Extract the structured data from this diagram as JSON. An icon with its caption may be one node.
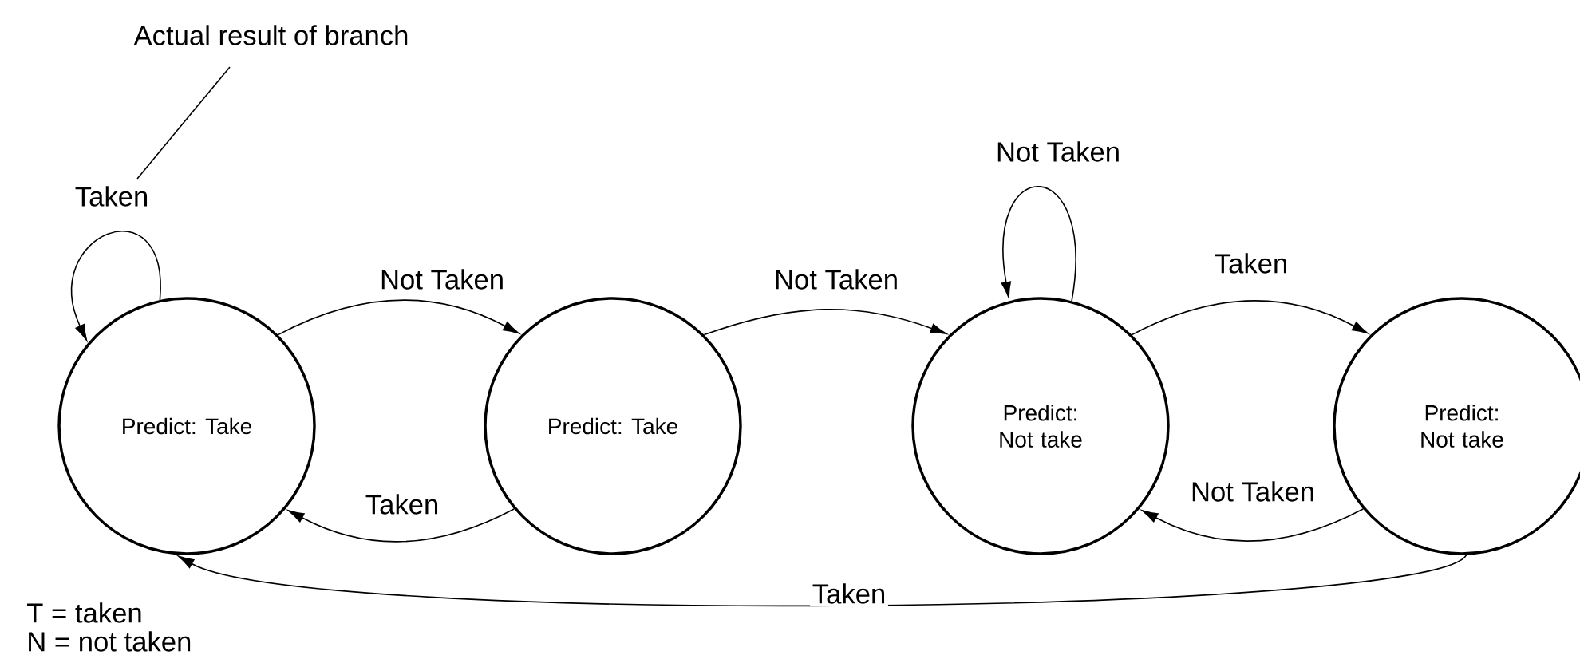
{
  "diagram": {
    "nodes": [
      {
        "text": [
          "Predict: Take"
        ]
      },
      {
        "text": [
          "Predict: Take"
        ]
      },
      {
        "text": [
          "Predict: Not take"
        ]
      },
      {
        "text": [
          "Predict: Not take"
        ]
      },
      {
        "text": [
          "Actual result of branch"
        ]
      }
    ],
    "edges": [
      {
        "from": 0,
        "to": 0,
        "arrow": "to",
        "label": "Taken"
      },
      {
        "from": 0,
        "to": 1,
        "arrow": "to",
        "label": "Not Taken"
      },
      {
        "from": 1,
        "to": 0,
        "arrow": "to",
        "label": "Taken"
      },
      {
        "from": 1,
        "to": 2,
        "arrow": "to",
        "label": "Not Taken"
      },
      {
        "from": 2,
        "to": 2,
        "arrow": "to",
        "label": "Not Taken"
      },
      {
        "from": 2,
        "to": 3,
        "arrow": "to",
        "label": "Taken"
      },
      {
        "from": 3,
        "to": 2,
        "arrow": "to",
        "label": "Not Taken"
      },
      {
        "from": 3,
        "to": 0,
        "arrow": "to",
        "label": "Taken"
      },
      {
        "from": 4,
        "to": null,
        "arrow": "none"
      }
    ],
    "labels": [
      "T = taken",
      "N = not taken"
    ]
  }
}
